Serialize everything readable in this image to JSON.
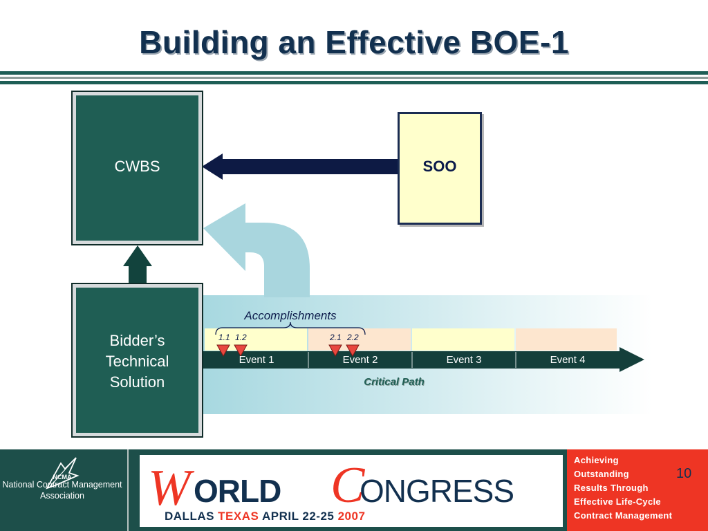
{
  "slide": {
    "title": "Building an Effective BOE-1",
    "page_number": "10"
  },
  "diagram": {
    "cwbs_label": "CWBS",
    "bidder_label": "Bidder’s Technical Solution",
    "soo_label": "SOO",
    "accomplishments_label": "Accomplishments",
    "milestones": [
      "1.1",
      "1.2",
      "2.1",
      "2.2"
    ],
    "events": [
      "Event 1",
      "Event 2",
      "Event 3",
      "Event 4"
    ],
    "critical_path_label": "Critical Path"
  },
  "footer": {
    "ncma_abbrev": "NCMA",
    "ncma_name": "National Contract Management Association",
    "wc_w": "W",
    "wc_orld": "ORLD",
    "wc_c": "C",
    "wc_ongress": "ONGRESS",
    "wc_dallas": "DALLAS ",
    "wc_texas": "TEXAS ",
    "wc_april": "APRIL 22-25 ",
    "wc_year": "2007",
    "tagline": [
      "Achieving",
      "Outstanding",
      "Results Through",
      "Effective Life-Cycle",
      "Contract Management"
    ]
  },
  "colors": {
    "box_green": "#1f5e54",
    "title_navy": "#12304f",
    "accent_red": "#ee3524",
    "soo_fill": "#ffffcc"
  }
}
